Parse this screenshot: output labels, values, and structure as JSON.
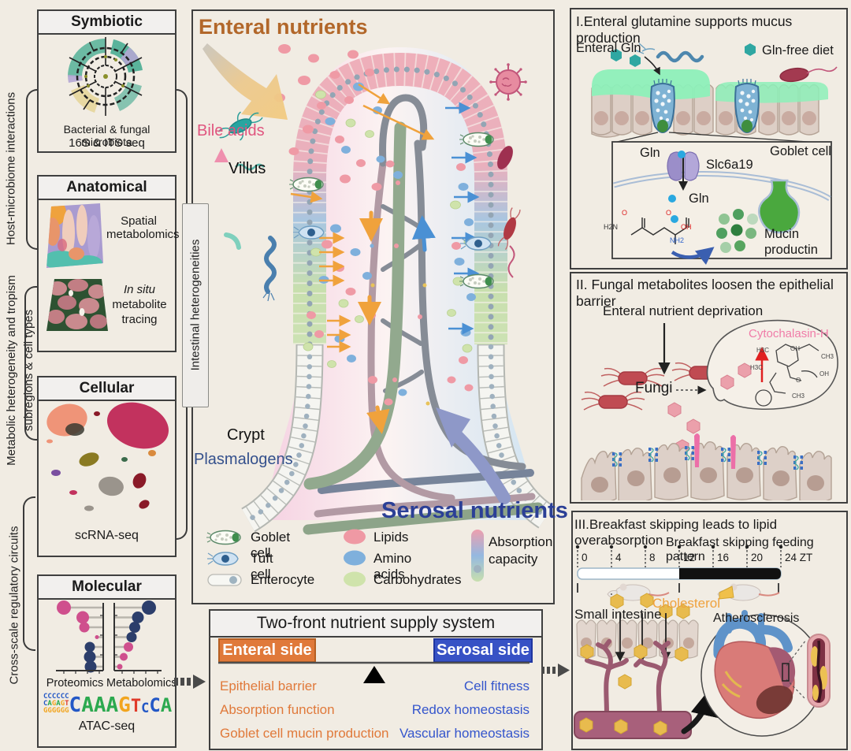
{
  "page": {
    "bg": "#f1ece3"
  },
  "left": {
    "labels": {
      "host": "Host-microbiome interactions",
      "metabolic_1": "Metabolic heterogeneity and tropism",
      "metabolic_2": "subregions & cell types",
      "cross": "Cross-scale regulatory circuits"
    },
    "symbiotic": {
      "title": "Symbiotic",
      "caption1": "Bacterial & fungal microbiota",
      "caption2": "16S & ITS seq"
    },
    "anatomical": {
      "title": "Anatomical",
      "caption1": "Spatial metabolomics",
      "caption2_italic": "In situ",
      "caption2_rest": " metabolite tracing"
    },
    "cellular": {
      "title": "Cellular",
      "caption": "scRNA-seq"
    },
    "molecular": {
      "title": "Molecular",
      "xlabel_left": "Proteomics",
      "xlabel_right": "Metabolomics",
      "caption": "ATAC-seq",
      "lollipop_left": {
        "colors": [
          "#cf4f8d",
          "#cf4f8d",
          "#cf4f8d",
          "#cf4f8d",
          "#2c3e6b",
          "#2c3e6b",
          "#2c3e6b"
        ],
        "lengths": [
          50,
          26,
          24,
          8,
          17,
          17,
          16
        ],
        "radii": [
          9,
          8,
          6.5,
          2.5,
          6.5,
          7.5,
          7.5
        ]
      },
      "lollipop_right": {
        "colors": [
          "#2c3e6b",
          "#2c3e6b",
          "#2c3e6b",
          "#2c3e6b",
          "#cf4f8d",
          "#cf4f8d",
          "#cf4f8d"
        ],
        "lengths": [
          44,
          30,
          26,
          22,
          18,
          12,
          7
        ],
        "radii": [
          9,
          7.5,
          7,
          6.5,
          6,
          5,
          3.5
        ]
      },
      "logo_big": [
        "C",
        "A",
        "A",
        "A",
        "G",
        "T",
        "C",
        "C",
        "A"
      ],
      "logo_small": [
        "C",
        "A",
        "G",
        "A",
        "G",
        "T"
      ],
      "logo_colors": {
        "A": "#2ca94f",
        "C": "#2458c6",
        "G": "#f2a51f",
        "T": "#e03a2a"
      }
    }
  },
  "center": {
    "enteral_nutrients": "Enteral nutrients",
    "bile_acids": "Bile acids",
    "villus": "Villus",
    "crypt": "Crypt",
    "plasmalogens": "Plasmalogens",
    "serosal_nutrients": "Serosal nutrients",
    "heterogeneities": "Intestinal heterogeneities",
    "legend": {
      "cells": [
        {
          "label": "Goblet cell"
        },
        {
          "label": "Tuft cell"
        },
        {
          "label": "Enterocyte"
        }
      ],
      "molecules": [
        {
          "label": "Lipids",
          "color": "#ef99a4"
        },
        {
          "label": "Amino acids",
          "color": "#7fb0dc"
        },
        {
          "label": "Carbohydrates",
          "color": "#cfe3ab"
        }
      ],
      "absorption_1": "Absorption",
      "absorption_2": "capacity"
    }
  },
  "two_front": {
    "title": "Two-front nutrient supply system",
    "enteral": {
      "label": "Enteral side",
      "bg": "#e0793a",
      "border": "#b55f22",
      "items": [
        "Epithelial barrier",
        "Absorption function",
        "Goblet cell mucin production"
      ]
    },
    "serosal": {
      "label": "Serosal side",
      "bg": "#3752c5",
      "border": "#2036a0",
      "items": [
        "Cell fitness",
        "Redox homeostasis",
        "Vascular homeostasis"
      ]
    }
  },
  "panel1": {
    "title": "I.Enteral glutamine supports mucus production",
    "enteral_gln": "Enteral Gln",
    "gln_free": "Gln-free diet",
    "gln_top": "Gln",
    "transporter": "Slc6a19",
    "gln_in": "Gln",
    "goblet": "Goblet cell",
    "mucin_1": "Mucin",
    "mucin_2": "productin",
    "chem": {
      "o1": "O",
      "o2": "O",
      "h2n": "H2N",
      "oh": "OH",
      "nh2": "NH2"
    }
  },
  "panel2": {
    "title": "II. Fungal metabolites loosen the epithelial barrier",
    "deprivation": "Enteral nutrient deprivation",
    "fungi": "Fungi",
    "toxin": "Cytochalasin-H",
    "chem": {
      "a": "H3C",
      "b": "OH",
      "c": "CH3",
      "d": "H3C",
      "e": "O",
      "f": "OH",
      "g": "CH3"
    }
  },
  "panel3": {
    "title": "III.Breakfast skipping leads to lipid overabsorption",
    "subtitle": "Breakfast skipping feeding pattern",
    "ticks": [
      "0",
      "4",
      "8",
      "12",
      "16",
      "20"
    ],
    "tick_last": "24 ZT",
    "small_intestine": "Small intestine",
    "cholesterol": "Cholesterol",
    "atherosclerosis": "Atherosclerosis"
  }
}
